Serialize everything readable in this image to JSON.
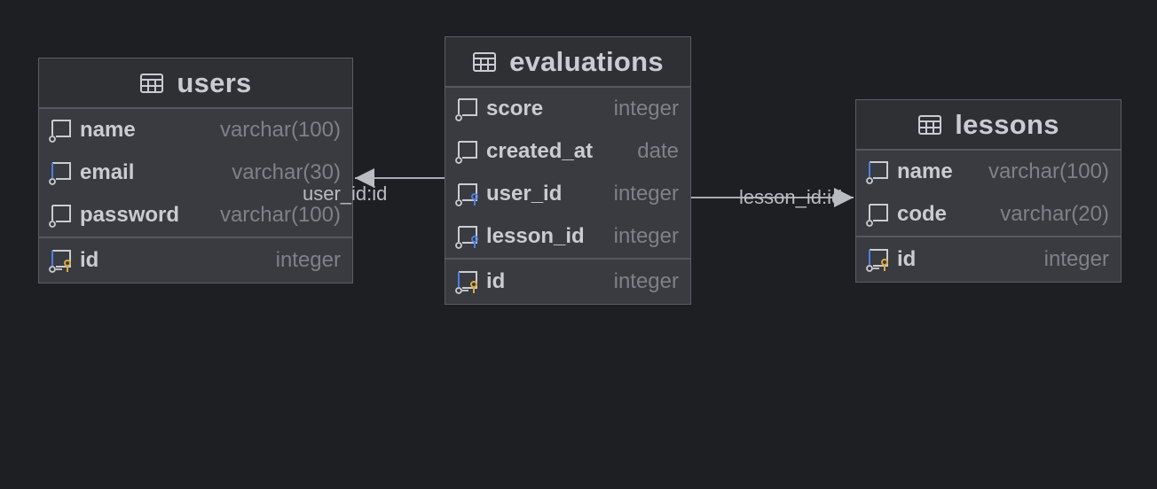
{
  "diagram": {
    "tables": [
      {
        "id": "users",
        "name": "users",
        "columns": [
          {
            "name": "name",
            "type": "varchar(100)",
            "icon": "column-icon"
          },
          {
            "name": "email",
            "type": "varchar(30)",
            "icon": "indexed-column-icon"
          },
          {
            "name": "password",
            "type": "varchar(100)",
            "icon": "column-icon"
          }
        ],
        "primary_key": [
          {
            "name": "id",
            "type": "integer",
            "icon": "primary-key-icon"
          }
        ]
      },
      {
        "id": "evaluations",
        "name": "evaluations",
        "columns": [
          {
            "name": "score",
            "type": "integer",
            "icon": "column-icon"
          },
          {
            "name": "created_at",
            "type": "date",
            "icon": "column-icon"
          },
          {
            "name": "user_id",
            "type": "integer",
            "icon": "foreign-key-icon"
          },
          {
            "name": "lesson_id",
            "type": "integer",
            "icon": "foreign-key-icon"
          }
        ],
        "primary_key": [
          {
            "name": "id",
            "type": "integer",
            "icon": "primary-key-icon"
          }
        ]
      },
      {
        "id": "lessons",
        "name": "lessons",
        "columns": [
          {
            "name": "name",
            "type": "varchar(100)",
            "icon": "indexed-column-icon"
          },
          {
            "name": "code",
            "type": "varchar(20)",
            "icon": "column-icon"
          }
        ],
        "primary_key": [
          {
            "name": "id",
            "type": "integer",
            "icon": "primary-key-icon"
          }
        ]
      }
    ],
    "relations": [
      {
        "from": "evaluations",
        "to": "users",
        "label": "user_id:id"
      },
      {
        "from": "evaluations",
        "to": "lessons",
        "label": "lesson_id:id"
      }
    ]
  },
  "colors": {
    "background": "#1e1f22",
    "table_fill": "#393b40",
    "header_fill": "#2f3034",
    "key_gold": "#d8a945",
    "index_blue": "#4d7fe0",
    "edge": "#a8abb0"
  }
}
